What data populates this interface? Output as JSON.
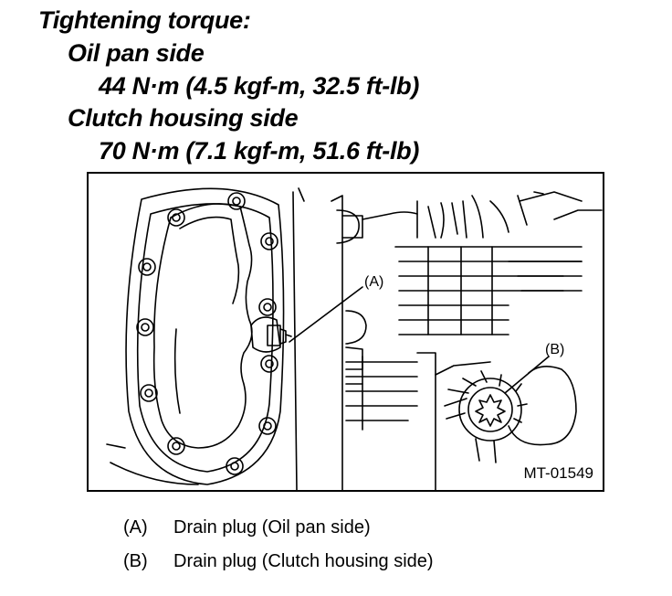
{
  "torque": {
    "heading": "Tightening torque:",
    "oil_pan_label": "Oil pan side",
    "oil_pan_value": "44 N·m (4.5 kgf-m, 32.5 ft-lb)",
    "clutch_label": "Clutch housing side",
    "clutch_value": "70 N·m (7.1 kgf-m, 51.6 ft-lb)"
  },
  "figure": {
    "callout_a": "(A)",
    "callout_b": "(B)",
    "figure_id": "MT-01549"
  },
  "legend": [
    {
      "key": "(A)",
      "text": "Drain plug (Oil pan side)"
    },
    {
      "key": "(B)",
      "text": "Drain plug (Clutch housing side)"
    }
  ]
}
